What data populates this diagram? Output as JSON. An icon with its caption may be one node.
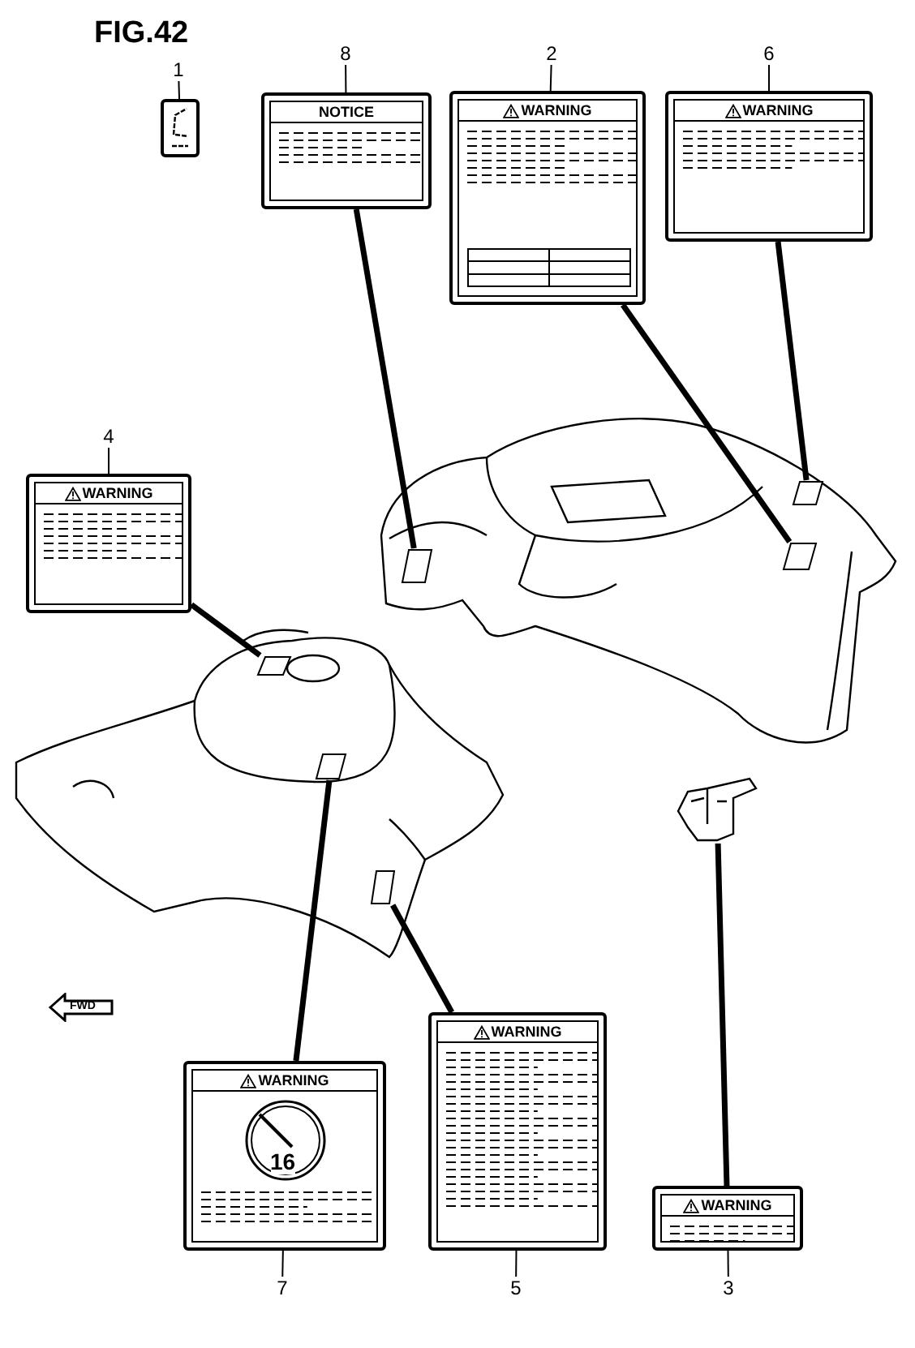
{
  "diagram": {
    "title": "FIG.42",
    "nodes": [
      {
        "text": [
          "1"
        ]
      },
      {
        "text": [],
        "shape": "picture"
      },
      {
        "text": [
          "8"
        ]
      },
      {
        "text": [
          "NOTICE"
        ]
      },
      {
        "text": [
          "2"
        ]
      },
      {
        "text": [
          "WARNING"
        ]
      },
      {
        "text": [
          "6"
        ]
      },
      {
        "text": [
          "WARNING"
        ]
      },
      {
        "text": [
          "4"
        ]
      },
      {
        "text": [
          "WARNING"
        ]
      },
      {
        "text": [],
        "shape": "box"
      },
      {
        "text": [],
        "shape": "box"
      },
      {
        "text": [],
        "shape": "box"
      },
      {
        "text": [],
        "shape": "box"
      },
      {
        "text": [],
        "shape": "box"
      },
      {
        "text": [],
        "shape": "box"
      },
      {
        "text": [],
        "shape": "picture"
      },
      {
        "text": [
          "WARNING",
          "16"
        ]
      },
      {
        "text": [
          "WARNING"
        ]
      },
      {
        "text": [
          "WARNING"
        ]
      },
      {
        "text": [
          "7"
        ]
      },
      {
        "text": [
          "5"
        ]
      },
      {
        "text": [
          "3"
        ]
      }
    ],
    "edges": [
      {
        "from": 0,
        "to": 1,
        "arrow": "none"
      },
      {
        "from": 2,
        "to": 3,
        "arrow": "none"
      },
      {
        "from": 4,
        "to": 5,
        "arrow": "none"
      },
      {
        "from": 6,
        "to": 7,
        "arrow": "none"
      },
      {
        "from": 8,
        "to": 9,
        "arrow": "none"
      },
      {
        "from": 20,
        "to": 17,
        "arrow": "none"
      },
      {
        "from": 21,
        "to": 18,
        "arrow": "none"
      },
      {
        "from": 22,
        "to": 19,
        "arrow": "none"
      },
      {
        "from": 3,
        "to": 10,
        "arrow": "none",
        "style": "thick"
      },
      {
        "from": 7,
        "to": 11,
        "arrow": "none",
        "style": "thick"
      },
      {
        "from": 5,
        "to": 12,
        "arrow": "none",
        "style": "thick"
      },
      {
        "from": 9,
        "to": 13,
        "arrow": "none",
        "style": "thick"
      },
      {
        "from": 17,
        "to": 14,
        "arrow": "none",
        "style": "thick"
      },
      {
        "from": 18,
        "to": 15,
        "arrow": "none",
        "style": "thick"
      },
      {
        "from": 19,
        "to": 16,
        "arrow": "none",
        "style": "thick"
      }
    ],
    "labels": [
      "FWD"
    ]
  }
}
